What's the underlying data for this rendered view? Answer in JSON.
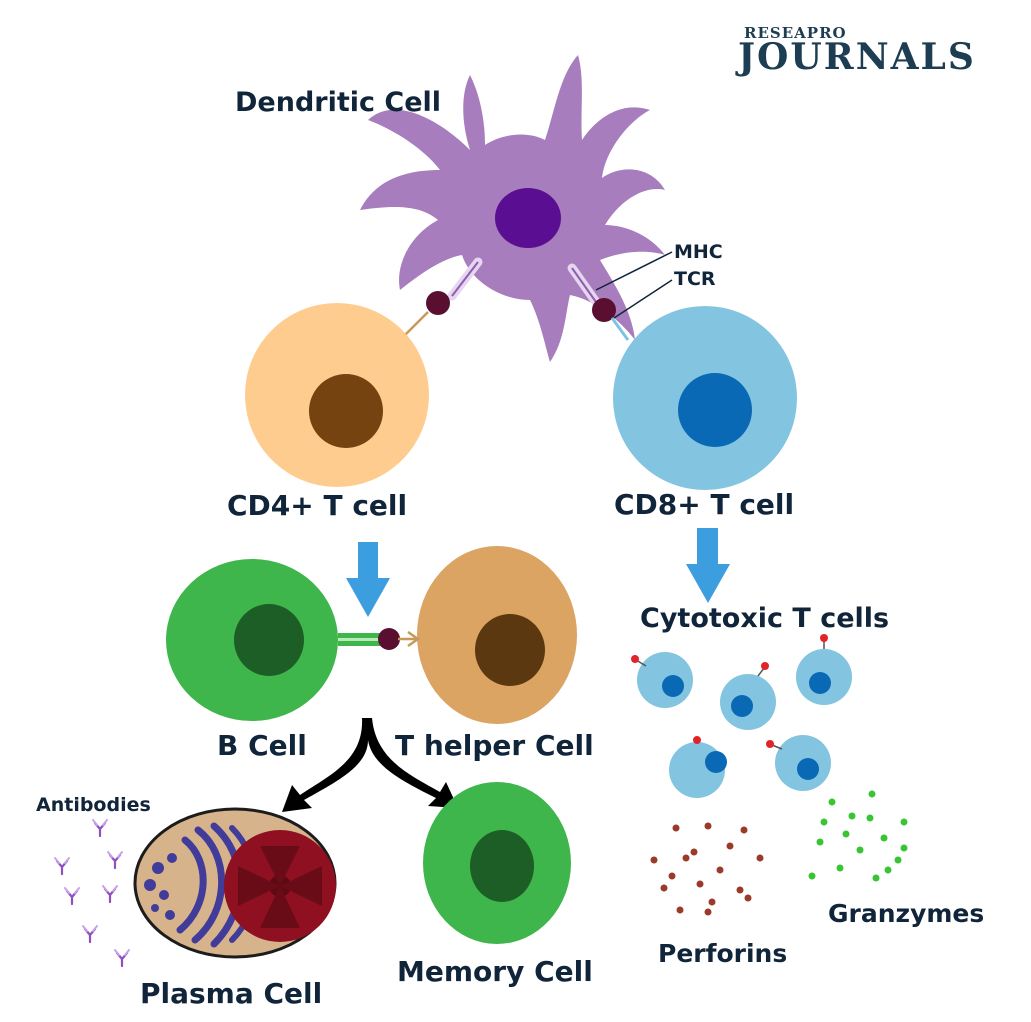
{
  "logo": {
    "top": "RESEAPRO",
    "main": "JOURNALS"
  },
  "labels": {
    "dendritic": "Dendritic Cell",
    "mhc": "MHC",
    "tcr": "TCR",
    "cd4": "CD4+ T cell",
    "cd8": "CD8+ T cell",
    "bcell": "B Cell",
    "thelper": "T helper Cell",
    "cytotoxic": "Cytotoxic T cells",
    "antibodies": "Antibodies",
    "plasma": "Plasma Cell",
    "memory": "Memory Cell",
    "perforins": "Perforins",
    "granzymes": "Granzymes"
  },
  "colors": {
    "dendritic": "#a77dbd",
    "dendritic_nucleus": "#5a0f93",
    "cd4": "#ffcc8f",
    "cd4_nucleus": "#74430f",
    "cd8": "#83c4e0",
    "cd8_nucleus": "#0a69b5",
    "bcell": "#3fb64b",
    "bcell_nucleus": "#1c5e26",
    "thelper": "#dba462",
    "thelper_nucleus": "#5c3810",
    "arrow": "#3c9ede",
    "antigen": "#5a0f30",
    "plasma": "#d7b38c",
    "plasma_nucleus": "#8f1020",
    "perforin": "#9b3a2a",
    "granzyme": "#39c532",
    "antibody": "#8f4fc0"
  }
}
